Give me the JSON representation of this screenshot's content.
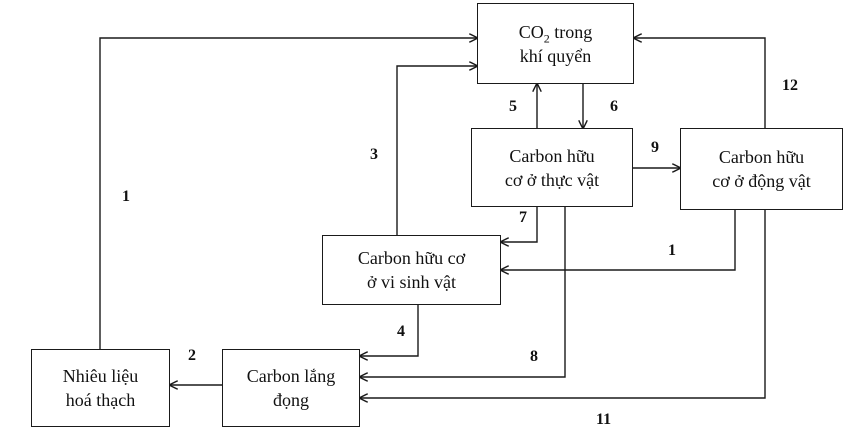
{
  "nodes": {
    "co2": {
      "line1_pre": "CO",
      "line1_sub": "2",
      "line1_post": " trong",
      "line2": "khí quyển"
    },
    "plant": {
      "line1": "Carbon hữu",
      "line2": "cơ ở thực vật"
    },
    "animal": {
      "line1": "Carbon hữu",
      "line2": "cơ ở động vật"
    },
    "microbe": {
      "line1": "Carbon hữu cơ",
      "line2": "ở vi sinh vật"
    },
    "sediment": {
      "line1": "Carbon lắng",
      "line2": "đọng"
    },
    "fossil": {
      "line1": "Nhiêu liệu",
      "line2": "hoá thạch"
    }
  },
  "edge_labels": {
    "e1": "1",
    "e2": "2",
    "e3": "3",
    "e4": "4",
    "e5": "5",
    "e6": "6",
    "e7": "7",
    "e8": "8",
    "e9": "9",
    "e10": "1",
    "e11": "11",
    "e12": "12"
  },
  "colors": {
    "line": "#1a1a1a",
    "text": "#111111"
  }
}
